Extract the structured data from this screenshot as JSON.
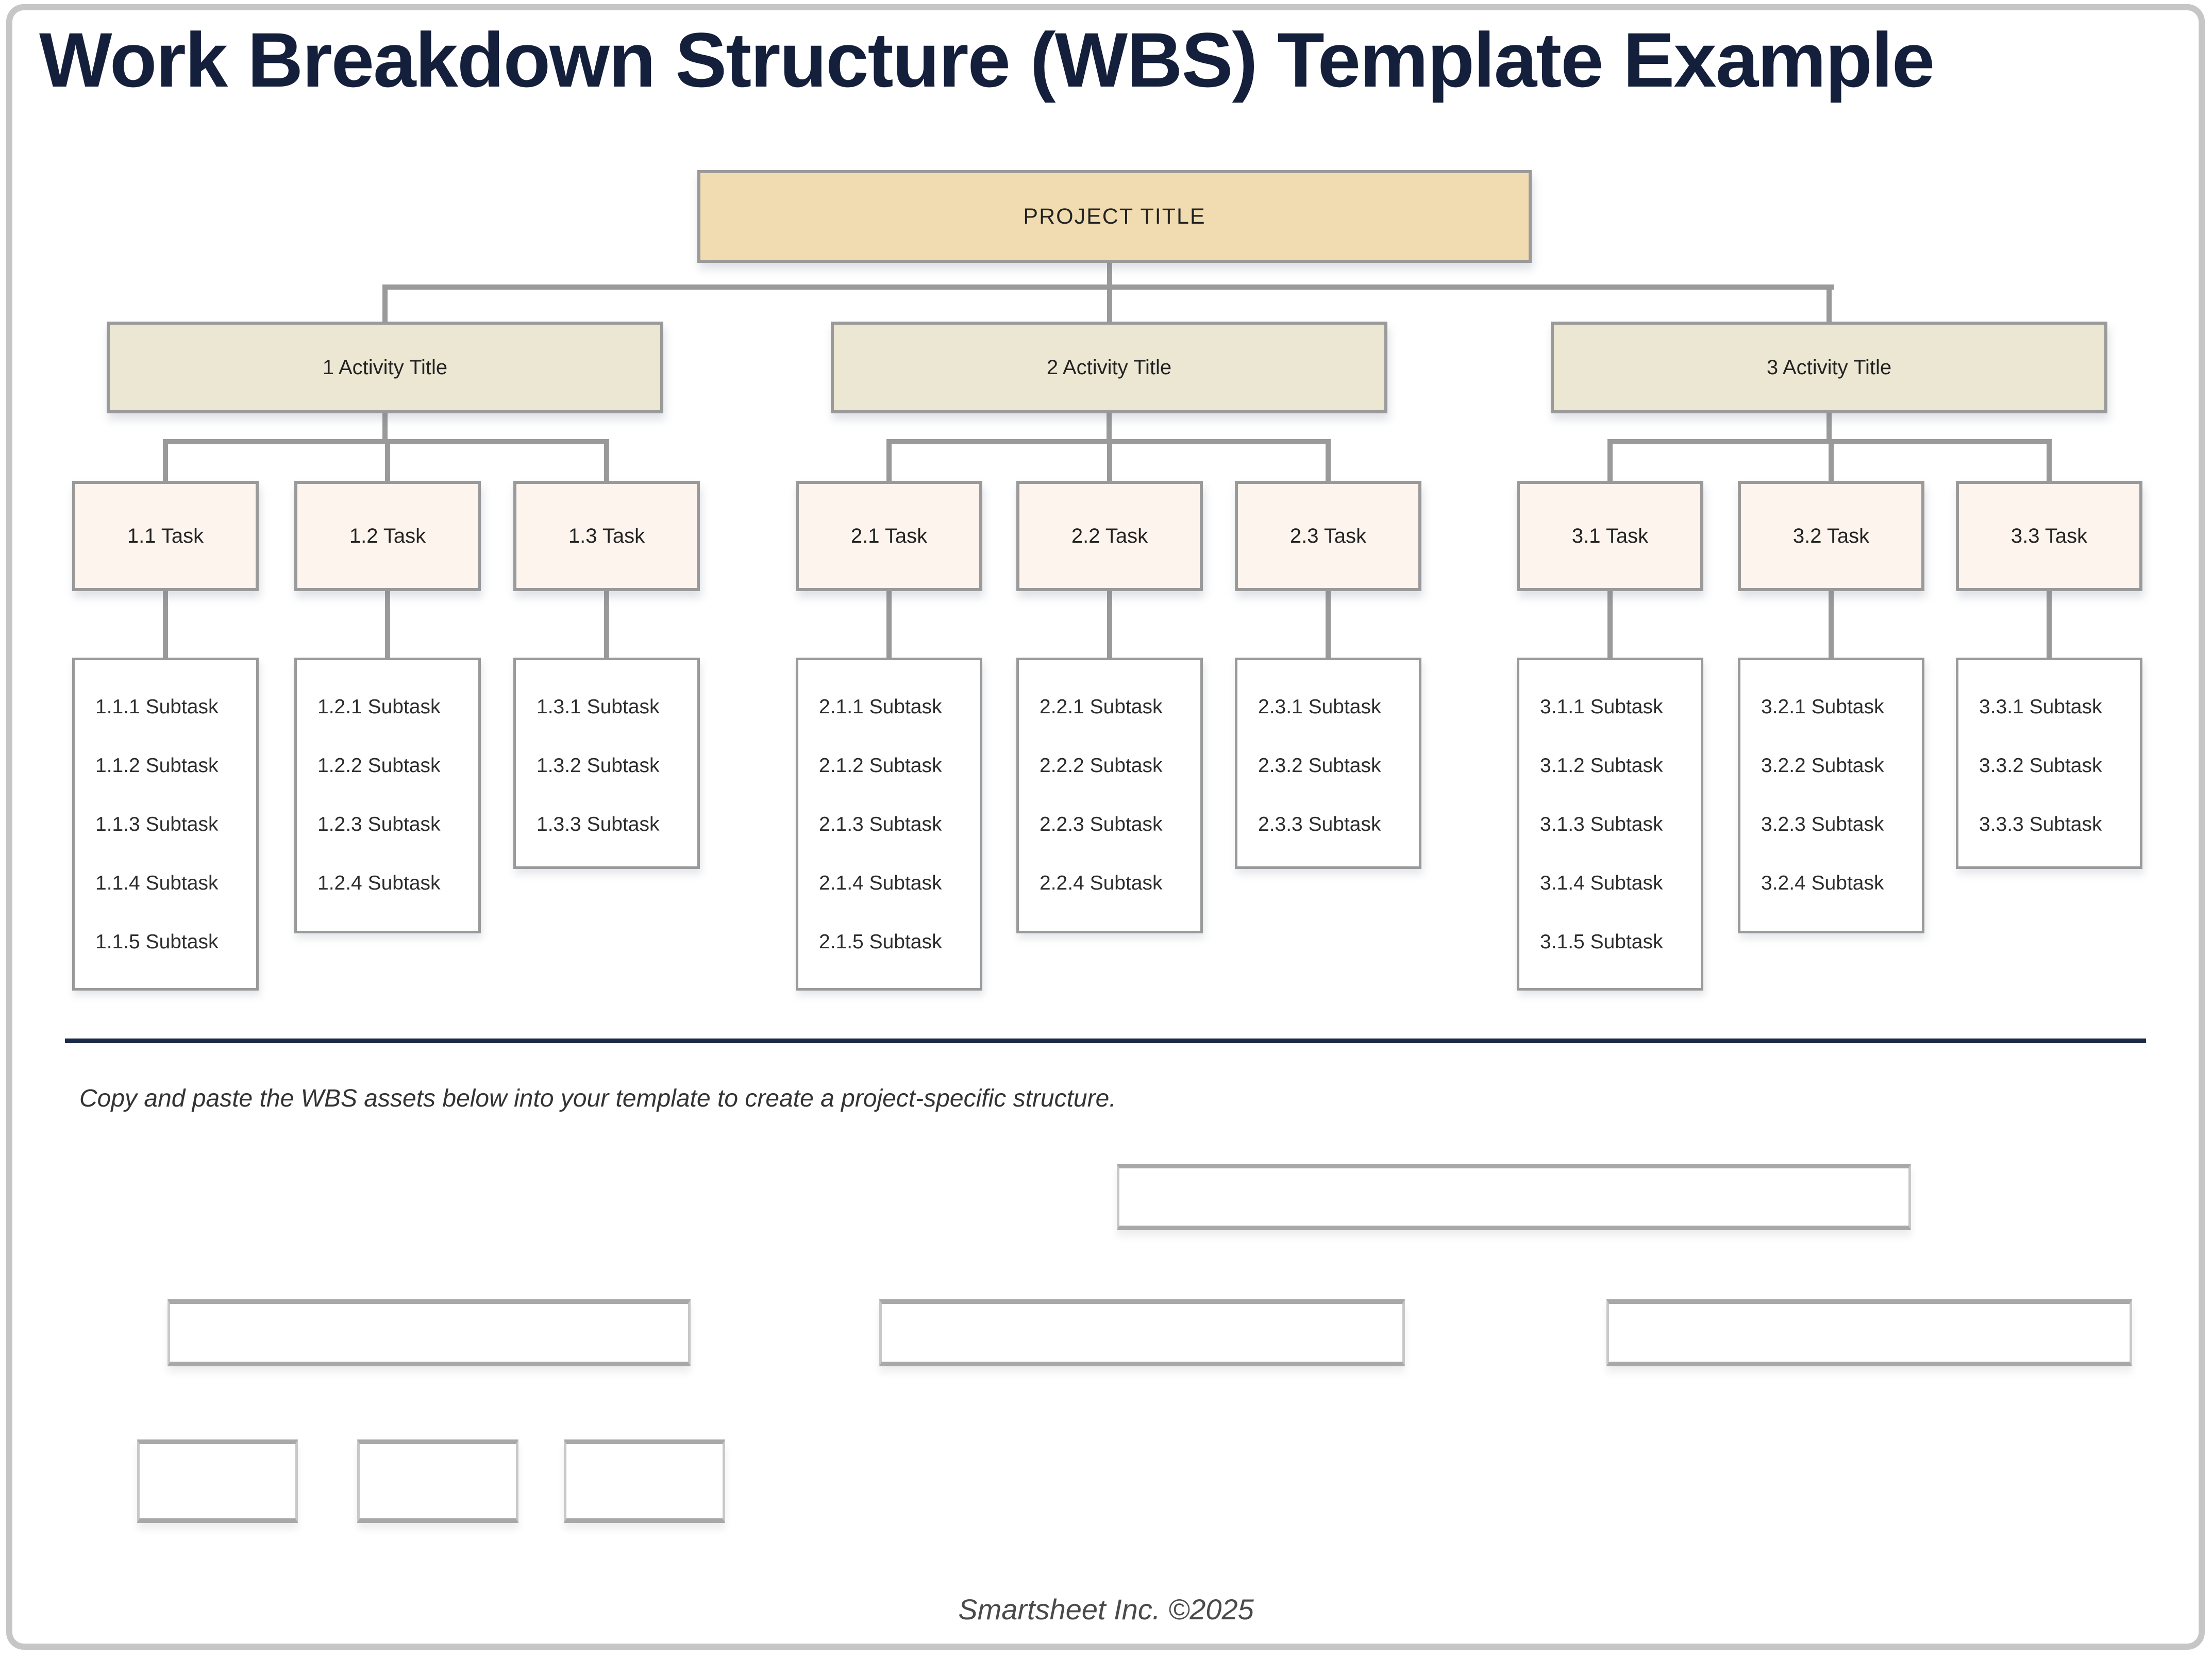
{
  "page": {
    "title": "Work Breakdown Structure (WBS) Template Example",
    "instruction": "Copy and paste the WBS assets below into your template to create a project-specific structure.",
    "footer": "Smartsheet Inc. ©2025"
  },
  "colors": {
    "title_navy": "#141F3B",
    "divider_navy": "#1B2A47",
    "project_fill": "#F0DCB0",
    "activity_fill": "#ECE7D2",
    "task_fill": "#FDF4ED",
    "box_border": "#9A9A9A",
    "connector": "#9A9A9A",
    "frame_border": "#C6C6C6"
  },
  "tree": {
    "project": {
      "label": "PROJECT TITLE"
    },
    "activities": [
      {
        "label": "1 Activity Title",
        "tasks": [
          {
            "label": "1.1 Task",
            "subtasks": [
              "1.1.1 Subtask",
              "1.1.2 Subtask",
              "1.1.3 Subtask",
              "1.1.4 Subtask",
              "1.1.5 Subtask"
            ]
          },
          {
            "label": "1.2 Task",
            "subtasks": [
              "1.2.1 Subtask",
              "1.2.2 Subtask",
              "1.2.3 Subtask",
              "1.2.4 Subtask"
            ]
          },
          {
            "label": "1.3 Task",
            "subtasks": [
              "1.3.1 Subtask",
              "1.3.2 Subtask",
              "1.3.3 Subtask"
            ]
          }
        ]
      },
      {
        "label": "2 Activity Title",
        "tasks": [
          {
            "label": "2.1 Task",
            "subtasks": [
              "2.1.1 Subtask",
              "2.1.2 Subtask",
              "2.1.3 Subtask",
              "2.1.4 Subtask",
              "2.1.5 Subtask"
            ]
          },
          {
            "label": "2.2 Task",
            "subtasks": [
              "2.2.1 Subtask",
              "2.2.2 Subtask",
              "2.2.3 Subtask",
              "2.2.4 Subtask"
            ]
          },
          {
            "label": "2.3 Task",
            "subtasks": [
              "2.3.1 Subtask",
              "2.3.2 Subtask",
              "2.3.3 Subtask"
            ]
          }
        ]
      },
      {
        "label": "3 Activity Title",
        "tasks": [
          {
            "label": "3.1 Task",
            "subtasks": [
              "3.1.1 Subtask",
              "3.1.2 Subtask",
              "3.1.3 Subtask",
              "3.1.4 Subtask",
              "3.1.5 Subtask"
            ]
          },
          {
            "label": "3.2 Task",
            "subtasks": [
              "3.2.1 Subtask",
              "3.2.2 Subtask",
              "3.2.3 Subtask",
              "3.2.4 Subtask"
            ]
          },
          {
            "label": "3.3 Task",
            "subtasks": [
              "3.3.1 Subtask",
              "3.3.2 Subtask",
              "3.3.3 Subtask"
            ]
          }
        ]
      }
    ]
  },
  "palette": {
    "wide_empty_boxes": 1,
    "medium_empty_boxes": 3,
    "small_empty_boxes": 3
  }
}
